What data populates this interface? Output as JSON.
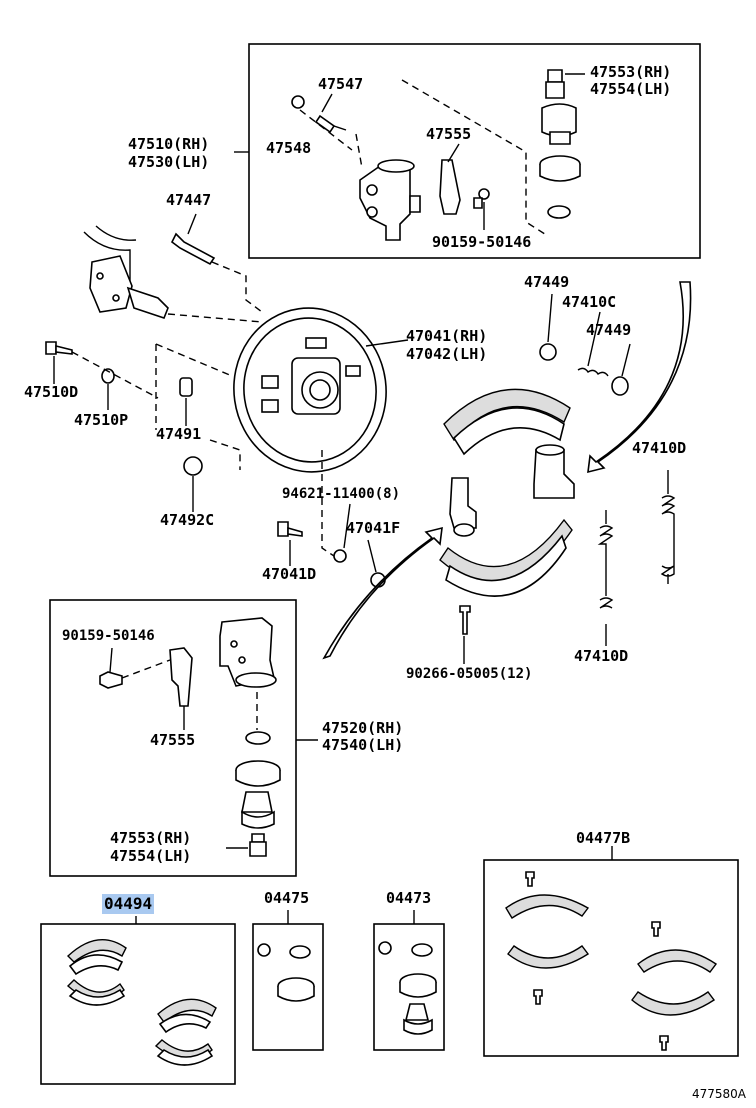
{
  "diagram_id": "477580A",
  "highlighted_part": "04494",
  "labels": {
    "p47553_rh_top": "47553(RH)",
    "p47554_lh_top": "47554(LH)",
    "p47547": "47547",
    "p47548": "47548",
    "p47555_top": "47555",
    "p47510_rh": "47510(RH)",
    "p47530_lh": "47530(LH)",
    "p90159_top": "90159-50146",
    "p47447": "47447",
    "p47449_a": "47449",
    "p47410c": "47410C",
    "p47449_b": "47449",
    "p47041_rh": "47041(RH)",
    "p47042_lh": "47042(LH)",
    "p47510d": "47510D",
    "p47510p": "47510P",
    "p47491": "47491",
    "p47410d_right": "47410D",
    "p47492c": "47492C",
    "p94621": "94621-11400(8)",
    "p47041f": "47041F",
    "p47041d": "47041D",
    "p90159_mid": "90159-50146",
    "p47555_mid": "47555",
    "p47520_rh": "47520(RH)",
    "p47540_lh": "47540(LH)",
    "p47410d_low": "47410D",
    "p90266": "90266-05005(12)",
    "p47553_rh_low": "47553(RH)",
    "p47554_lh_low": "47554(LH)",
    "p04477b": "04477B",
    "p04494": "04494",
    "p04475": "04475",
    "p04473": "04473"
  },
  "colors": {
    "highlight": "#a9c9f0",
    "ink": "#000000",
    "paper": "#ffffff"
  }
}
